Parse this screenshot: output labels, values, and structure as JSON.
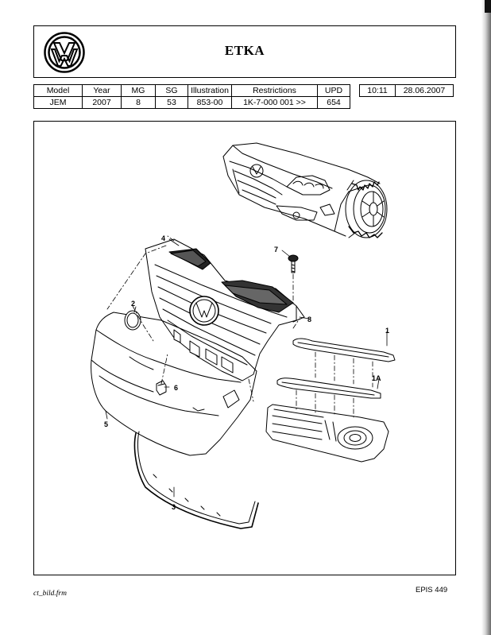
{
  "header": {
    "title": "ETKA",
    "logo": "vw-logo"
  },
  "info_table": {
    "headers": [
      "Model",
      "Year",
      "MG",
      "SG",
      "Illustration",
      "Restrictions",
      "UPD"
    ],
    "values": [
      "JEM",
      "2007",
      "8",
      "53",
      "853-00",
      "1K-7-000 001 >>",
      "654"
    ],
    "time": "10:11",
    "date": "28.06.2007"
  },
  "callouts": {
    "c1": "1",
    "c1a": "1A",
    "c2": "2",
    "c3": "3",
    "c4": "4",
    "c5": "5",
    "c6": "6",
    "c7": "7",
    "c8": "8"
  },
  "footer": {
    "left": "ct_bild.frm",
    "right": "EPIS 449"
  }
}
